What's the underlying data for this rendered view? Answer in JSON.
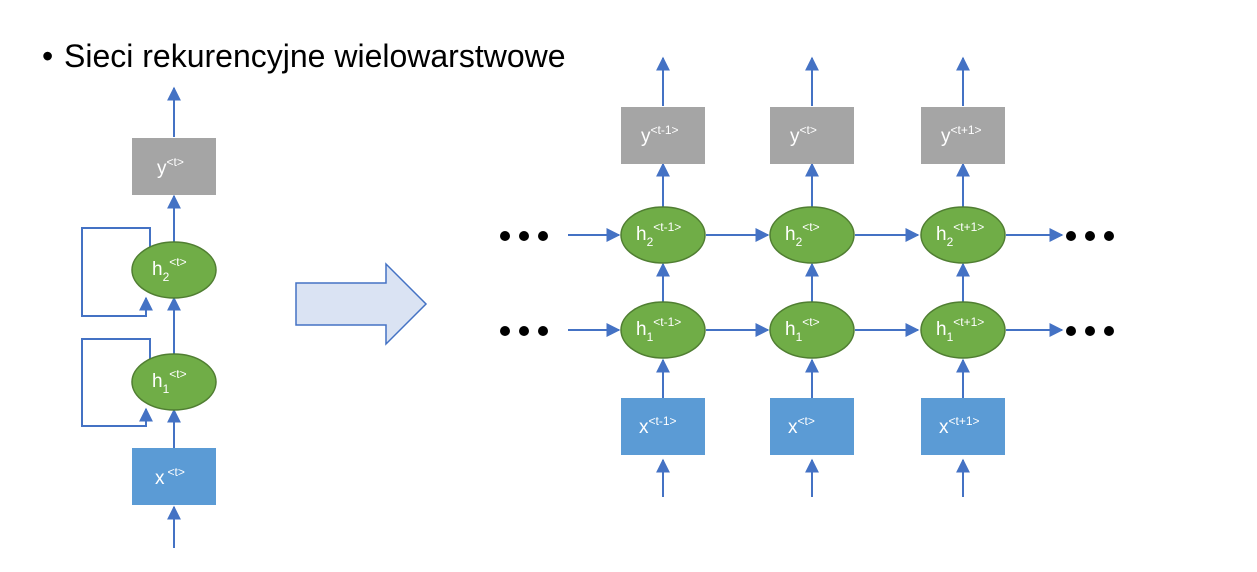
{
  "slide": {
    "bullet": "•",
    "title": "Sieci rekurencyjne wielowarstwowe"
  },
  "folded": {
    "y": {
      "base": "y",
      "sup": "<t>"
    },
    "h2": {
      "base": "h",
      "sub": "2",
      "sup": "<t>"
    },
    "h1": {
      "base": "h",
      "sub": "1",
      "sup": "<t>"
    },
    "x": {
      "base": "x",
      "sup": "<t>"
    }
  },
  "unrolled": {
    "columns": [
      {
        "y": "<t-1>",
        "h2": "<t-1>",
        "h1": "<t-1>",
        "x": "<t-1>"
      },
      {
        "y": "<t>",
        "h2": "<t>",
        "h1": "<t>",
        "x": "<t>"
      },
      {
        "y": "<t+1>",
        "h2": "<t+1>",
        "h1": "<t+1>",
        "x": "<t+1>"
      }
    ],
    "ellipsis": "• • •"
  },
  "colors": {
    "output": "#a5a5a5",
    "hidden": "#70ad47",
    "input": "#5b9bd5",
    "arrow": "#4472c4",
    "big_arrow_fill": "#dae3f3",
    "big_arrow_stroke": "#4472c4"
  }
}
